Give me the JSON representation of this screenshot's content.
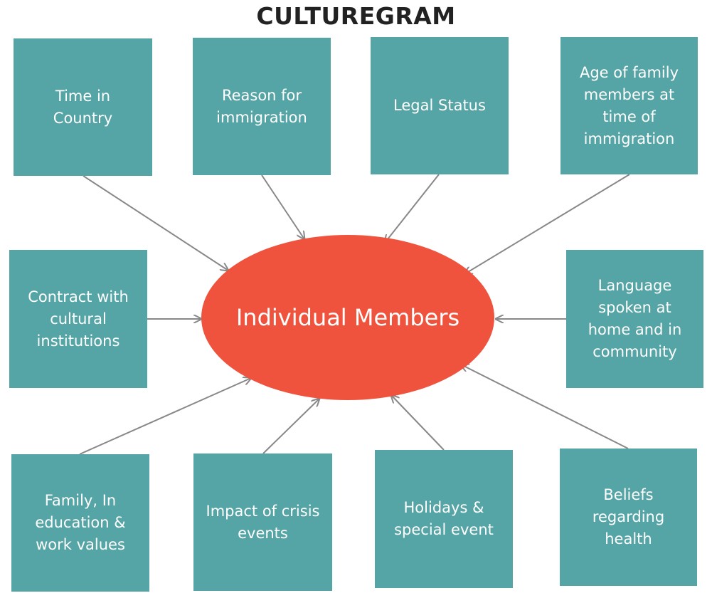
{
  "title": "CULTUREGRAM",
  "center": {
    "label": "Individual Members"
  },
  "colors": {
    "box": "#55a4a6",
    "center": "#ef533d",
    "connector": "#888888"
  },
  "nodes": [
    {
      "label": "Time in\nCountry"
    },
    {
      "label": "Reason for\nimmigration"
    },
    {
      "label": "Legal Status"
    },
    {
      "label": "Age of family\nmembers at\ntime of\nimmigration"
    },
    {
      "label": "Contract with\ncultural\ninstitutions"
    },
    {
      "label": "Language\nspoken at\nhome and in\ncommunity"
    },
    {
      "label": "Family, In\neducation &\nwork values"
    },
    {
      "label": "Impact of crisis\nevents"
    },
    {
      "label": "Holidays &\nspecial event"
    },
    {
      "label": "Beliefs\nregarding\nhealth"
    }
  ]
}
